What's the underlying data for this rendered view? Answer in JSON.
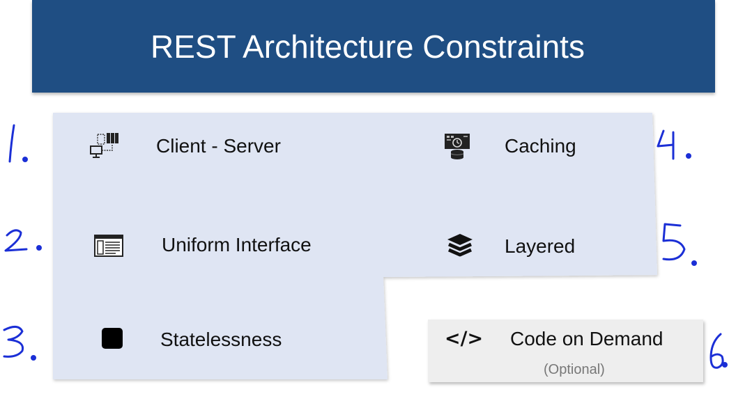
{
  "title": "REST Architecture Constraints",
  "constraints": {
    "client_server": "Client - Server",
    "uniform_interface": "Uniform Interface",
    "statelessness": "Statelessness",
    "caching": "Caching",
    "layered": "Layered",
    "code_on_demand": "Code on Demand",
    "code_on_demand_note": "(Optional)",
    "code_glyph": "</>"
  },
  "icons": {
    "client_server": "client-server-icon",
    "uniform_interface": "interface-window-icon",
    "statelessness": "square-icon",
    "caching": "cache-server-icon",
    "layered": "layers-icon",
    "code_on_demand": "code-icon"
  },
  "handwritten_numbers": [
    "1.",
    "2.",
    "3.",
    "4.",
    "5.",
    "6."
  ],
  "colors": {
    "title_bar": "#1f4e83",
    "panel": "#dfe5f3",
    "code_box": "#eeeeee",
    "ink": "#1b2fd6"
  }
}
